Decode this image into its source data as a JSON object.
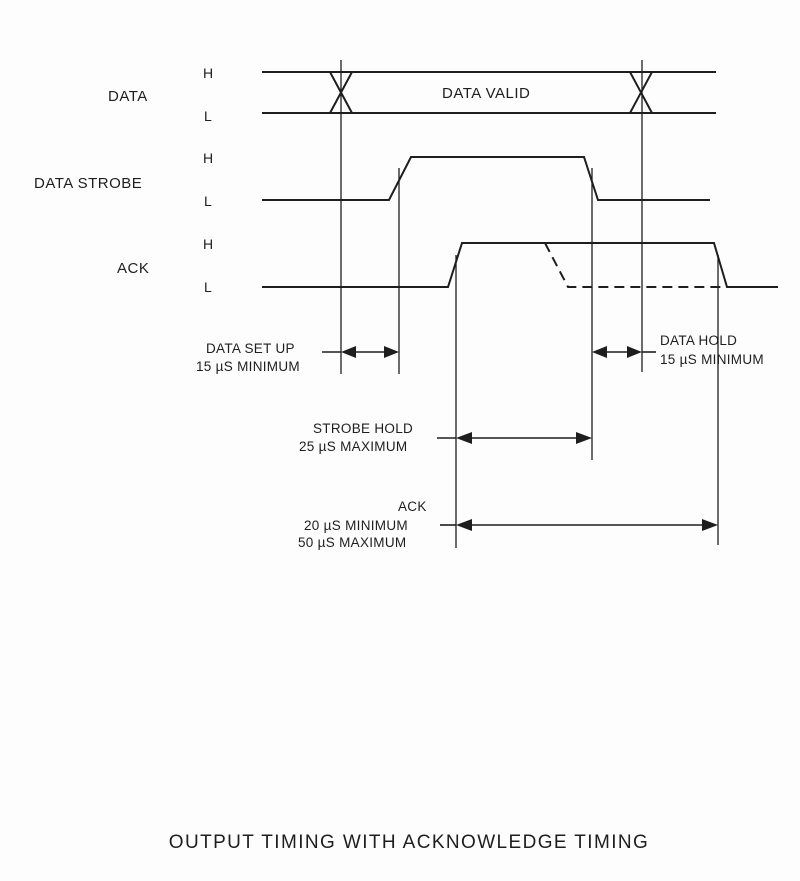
{
  "signals": [
    {
      "name": "DATA",
      "high_label": "H",
      "low_label": "L",
      "center_label": "DATA VALID"
    },
    {
      "name": "DATA STROBE",
      "high_label": "H",
      "low_label": "L"
    },
    {
      "name": "ACK",
      "high_label": "H",
      "low_label": "L"
    }
  ],
  "annotations": {
    "setup": {
      "line1": "DATA  SET UP",
      "line2": "15 µS  MINIMUM"
    },
    "hold": {
      "line1": "DATA  HOLD",
      "line2": "15 µS  MINIMUM"
    },
    "strobe_hold": {
      "line1": "STROBE  HOLD",
      "line2": "25 µS  MAXIMUM"
    },
    "ack": {
      "line1": "ACK",
      "line2": "20  µS  MINIMUM",
      "line3": "50  µS  MAXIMUM"
    }
  },
  "caption": "OUTPUT TIMING WITH ACKNOWLEDGE TIMING"
}
